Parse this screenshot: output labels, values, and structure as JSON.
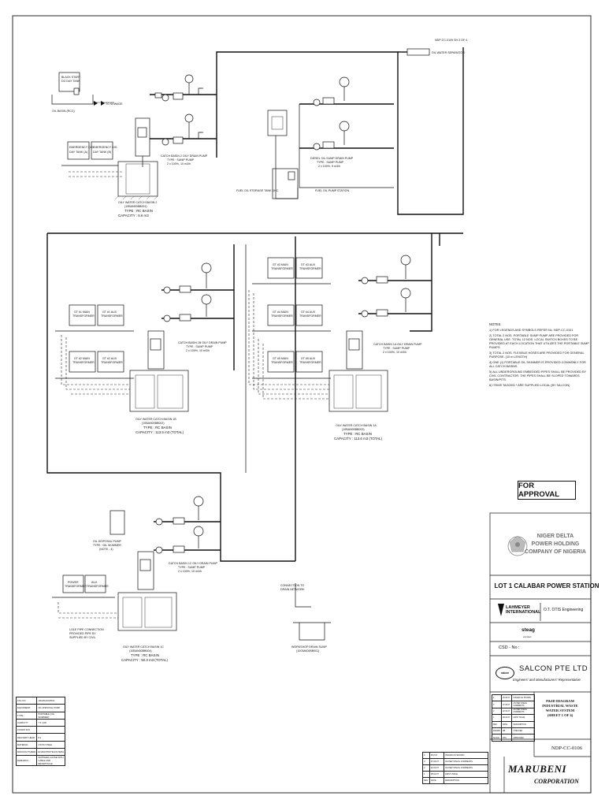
{
  "approval_stamp": "FOR APPROVAL",
  "client": {
    "name_lines": [
      "NIGER DELTA",
      "POWER HOLDING",
      "COMPANY OF NIGERIA"
    ]
  },
  "project_title": "LOT 1 CALABAR POWER STATION",
  "consultants": {
    "lahmeyer": [
      "LAHMEYER",
      "INTERNATIONAL"
    ],
    "otto": "O.T. OTIS Engineering",
    "steag": "steag",
    "steag_sub": "encotec"
  },
  "csd_label": "CSD - No :",
  "salcon": {
    "logo_text": "salcon",
    "name": "SALCON PTE LTD",
    "subtitle": "Engineers' and Manufacturers' Representative"
  },
  "drawing": {
    "title_lines": [
      "P&ID DIAGRAM",
      "INDUSTRIAL WASTE",
      "WATER SYSTEM",
      "(SHEET 1 OF 4)"
    ],
    "number": "NDP-CC-0106"
  },
  "contractor": {
    "name": "MARUBENI",
    "suffix": "CORPORATION"
  },
  "notes": {
    "heading": "NOTES",
    "items": [
      "1) FOR LEGENDS AND SYMBOLS REFER No. NDP-CC-0101",
      "2) TOTAL 2 NOS. PORTABLE SUMP PUMP ARE PROVIDED FOR GENERAL USE. TOTAL 12 NOS. LOCAL SWITCH BOXES TO BE PROVIDED AT EACH LOCATION THAT UTILIZES THE PORTABLE SUMP PUMPS.",
      "3) TOTAL 2 NOS. FLEXIBLE HOSES ARE PROVIDED FOR GENERAL PURPOSE. (10 m LENGTH)",
      "4) ONE (1) PORTABLE OIL SKIMMER IS PROVIDED COMMONLY FOR ALL CATCH BASINS.",
      "5) ALL UNDERGROUND EMBEDDED PIPES SHALL BE PROVIDED BY CIVIL CONTRACTOR. THE PIPES SHALL BE SLOPED TOWARDS BASIN/PITS.",
      "6) ITEMS TAGGED * ARE SUPPLIED LOCAL (BY SALCON)"
    ]
  },
  "diagram_labels": {
    "top_right_tag": "NDP-CC-0109 SH.3 OF 4",
    "oil_water_separator": "OIL WATER SEPARATOR",
    "black_start_tank": [
      "BLACK START",
      "DG DAY TANK"
    ],
    "oil_basin": "OIL BASIN (RCC)",
    "to_sewage": "TO SEWAGE",
    "emergency_tank_1": [
      "EMERGENCY D/G",
      "DAY TANK (A)"
    ],
    "emergency_tank_2": [
      "EMERGENCY D/G",
      "DAY TANK (B)"
    ],
    "catch_basin_2": [
      "OILY WATER CATCH BASIN 2",
      "(10BAN00BB001)",
      "TYPE : RC BASIN",
      "CAPACITY : 6.6 m3"
    ],
    "pump_2": [
      "CATCH BASIN 2 OILY DRAIN PUMP",
      "TYPE : SUMP PUMP",
      "2 x 100%, 10 m3/h"
    ],
    "fuel_oil_storage": "FUEL OIL STORAGE TANK DHC",
    "fuel_pump_station": "FUEL OIL PUMP STATION",
    "diesel_pump": [
      "DIESEL OIL SUMP DRAIN PUMP",
      "TYPE : SUMP PUMP",
      "2 x 100%, 5 m3/h"
    ],
    "gt1b_main": [
      "GT #1 MAIN",
      "TRANSFORMER"
    ],
    "gt1b_aux": [
      "GT #1 AUX",
      "TRANSFORMER"
    ],
    "gt2b_main": [
      "GT #2 MAIN",
      "TRANSFORMER"
    ],
    "gt2b_aux": [
      "GT #2 AUX",
      "TRANSFORMER"
    ],
    "gt3a_main": [
      "GT #3 MAIN",
      "TRANSFORMER"
    ],
    "gt3a_aux": [
      "GT #3 AUX",
      "TRANSFORMER"
    ],
    "gt4a_main": [
      "GT #4 MAIN",
      "TRANSFORMER"
    ],
    "gt4a_aux": [
      "GT #4 AUX",
      "TRANSFORMER"
    ],
    "gt5a_main": [
      "GT #5 MAIN",
      "TRANSFORMER"
    ],
    "gt5a_aux": [
      "GT #5 AUX",
      "TRANSFORMER"
    ],
    "pump_1b": [
      "CATCH BASIN 1B OILY DRAIN PUMP",
      "TYPE : SUMP PUMP",
      "2 x 100%, 10 m3/h"
    ],
    "catch_basin_1b": [
      "OILY WATER CATCH BASIN 1B",
      "(10BAN00BB002)",
      "TYPE : RC BASIN",
      "CAPACITY : 113.5 m3 (TOTAL)"
    ],
    "pump_1a": [
      "CATCH BASIN 1A OILY DRAIN PUMP",
      "TYPE : SUMP PUMP",
      "2 x 100%, 10 m3/h"
    ],
    "catch_basin_1a": [
      "OILY WATER CATCH BASIN 1A",
      "(10BAN00BB003)",
      "TYPE : RC BASIN",
      "CAPACITY : 113.6 m3 (TOTAL)"
    ],
    "skimmer": [
      "OIL DISPOSAL PUMP",
      "TYPE : OIL SKIMMER",
      "(NOTE - 4)"
    ],
    "power_transformer": [
      "POWER",
      "TRANSFORMER"
    ],
    "aux_transformer": [
      "AUX",
      "TRANSFORMER"
    ],
    "pump_1c": [
      "CATCH BASIN 1C OILY DRAIN PUMP",
      "TYPE : SUMP PUMP",
      "2 x 100%, 10 m3/h"
    ],
    "catch_basin_1c": [
      "OILY WATER CATCH BASIN 1C",
      "(10BAN00BB004)",
      "TYPE : RC BASIN",
      "CAPACITY : 50.3 m3 (TOTAL)"
    ],
    "workshop_sump": [
      "WORKSHOP DRAIN SUMP",
      "(10GMA00BB001)"
    ],
    "connection_note": [
      "CONNECTION TO",
      "DRAIN NETWORK"
    ],
    "supplied_by_civil": [
      "LOLE PIPE CONNECTION",
      "PROVIDED PIPE BY",
      "SUPPLIED BY CIVIL"
    ]
  },
  "legend_table": {
    "rows": [
      [
        "TAG NO.",
        "10GMA10AP001"
      ],
      [
        "EQUIPMENT",
        "OIL DISPOSAL PUMP"
      ],
      [
        "TYPE",
        "PORTABLE (OIL SKIMMER)"
      ],
      [
        "CAPACITY",
        "7.5 m3/h"
      ],
      [
        "CONDITION",
        "-"
      ],
      [
        "DELIVERY HEAD",
        "8.2"
      ],
      [
        "MATERIAL",
        "CS/SS STEEL"
      ],
      [
        "MANUFACTURER",
        "ELVEN/PROTEV/ALTERA"
      ],
      [
        "REMARKS",
        "SUPPLIED LOOSE WITH CABLE AND RECEPTACLE"
      ]
    ]
  },
  "revision_table": {
    "rows": [
      [
        "4",
        "25.6.07",
        "ISSUED AS SHOWN"
      ],
      [
        "3",
        "07.06.07",
        "AS PER STEAG COMMENTS"
      ],
      [
        "2",
        "22.02.07",
        "AS PER STEAG COMMENTS"
      ],
      [
        "1",
        "28.02.07",
        "FIRST ISSUE"
      ],
      [
        "REV.",
        "DATE",
        "DESCRIPTION"
      ]
    ]
  },
  "revision_table_2": {
    "rows": [
      [
        "4",
        "25.06.07",
        "ISSUED AS SHOWN"
      ],
      [
        "3",
        "07.06.07",
        "AS PER STEAG COMMENTS"
      ],
      [
        "2",
        "22.02.07",
        "AS PER STEAG COMMENTS"
      ],
      [
        "1",
        "28.02.07",
        "FIRST ISSUE"
      ],
      [
        "REV.",
        "DATE",
        "DESCRIPTION"
      ],
      [
        "DRAWN",
        "DB",
        "CHECKED"
      ],
      [
        "SCALE",
        "NTS",
        "APPROVED"
      ]
    ]
  },
  "colors": {
    "ink": "#111111",
    "client_logo": "#6e6e6e"
  }
}
